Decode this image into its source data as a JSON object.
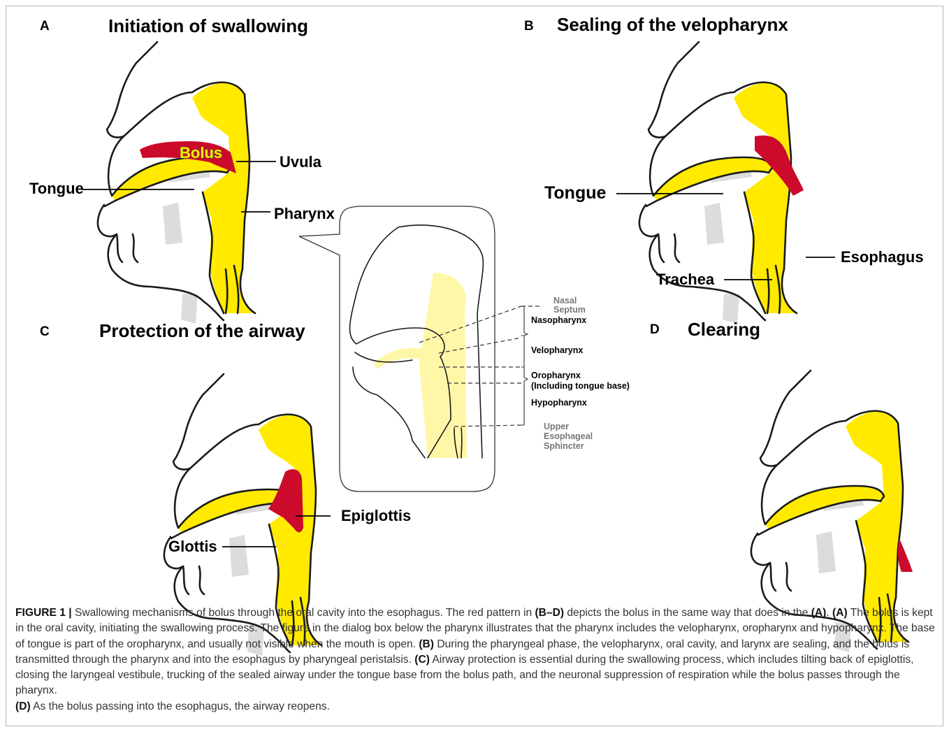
{
  "panels": [
    {
      "letter": "A",
      "title": "Initiation of swallowing"
    },
    {
      "letter": "B",
      "title": "Sealing of the velopharynx"
    },
    {
      "letter": "C",
      "title": "Protection of the airway"
    },
    {
      "letter": "D",
      "title": "Clearing"
    }
  ],
  "labels": {
    "bolus": "Bolus",
    "uvula": "Uvula",
    "tongue": "Tongue",
    "pharynx": "Pharynx",
    "esophagus": "Esophagus",
    "trachea": "Trachea",
    "epiglottis": "Epiglottis",
    "glottis": "Glottis"
  },
  "inset": {
    "nasal": "Nasal",
    "septum": "Septum",
    "nasopharynx": "Nasopharynx",
    "velopharynx": "Velopharynx",
    "oropharynx": "Oropharynx",
    "oropharynx_note": "(Including tongue base)",
    "hypopharynx": "Hypopharynx",
    "upper": "Upper",
    "esophageal": "Esophageal",
    "sphincter": "Sphincter"
  },
  "caption": {
    "figure_label": "FIGURE 1 |",
    "t1": " Swallowing mechanisms of bolus through the oral cavity into the esophagus. The red pattern in ",
    "r1": "(B–D)",
    "t2": " depicts the bolus in the same way that does in the ",
    "r2": "(A)",
    "t3": ". ",
    "r3": "(A)",
    "t4": " The bolus is kept in the oral cavity, initiating the swallowing process. The figure in the dialog box below the pharynx illustrates that the pharynx includes the velopharynx, oropharynx and hypopharynx. The base of tongue is part of the oropharynx, and usually not visible when the mouth is open. ",
    "r4": "(B)",
    "t5": " During the pharyngeal phase, the velopharynx, oral cavity, and larynx are sealing, and the bolus is transmitted through the pharynx and into the esophagus by pharyngeal peristalsis. ",
    "r5": "(C)",
    "t6": " Airway protection is essential during the swallowing process, which includes tilting back of epiglottis, closing the laryngeal vestibule, trucking of the sealed airway under the tongue base from the bolus path, and the neuronal suppression of respiration while the bolus passes through the pharynx.",
    "r6": "(D)",
    "t7": " As the bolus passing into the esophagus, the airway reopens."
  },
  "colors": {
    "pharynx_yellow": "#ffea00",
    "bolus_red": "#cc0a2b",
    "bone_gray": "#dcdcdc"
  }
}
